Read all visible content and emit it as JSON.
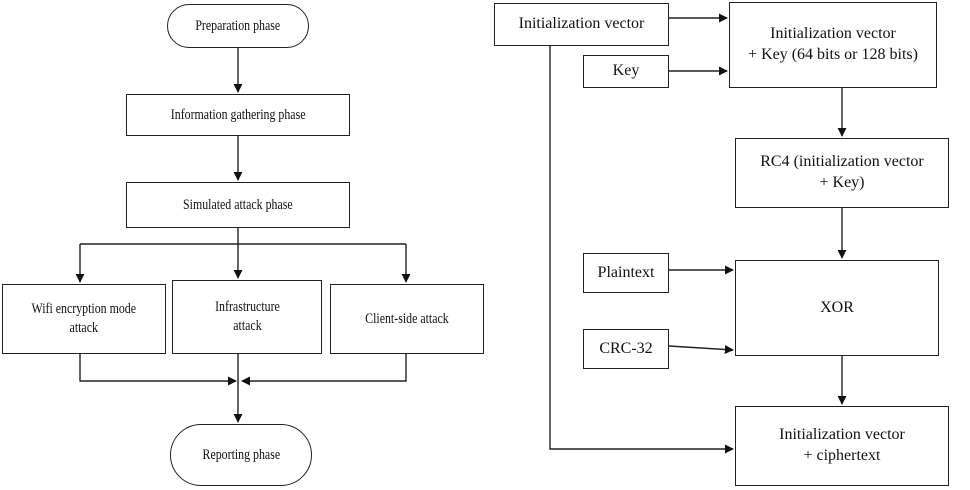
{
  "left_flow": {
    "preparation": "Preparation phase",
    "info_gathering": "Information gathering phase",
    "simulated_attack": "Simulated attack phase",
    "wifi_attack": "Wifi encryption mode\nattack",
    "infrastructure_attack": "Infrastructure\nattack",
    "client_side_attack": "Client-side attack",
    "reporting": "Reporting phase"
  },
  "right_flow": {
    "iv_input": "Initialization vector",
    "key_input": "Key",
    "iv_plus_key": "Initialization vector\n+ Key (64 bits or 128 bits)",
    "rc4": "RC4 (initialization vector\n+ Key)",
    "plaintext": "Plaintext",
    "crc32": "CRC-32",
    "xor": "XOR",
    "output": "Initialization vector\n+ ciphertext"
  }
}
